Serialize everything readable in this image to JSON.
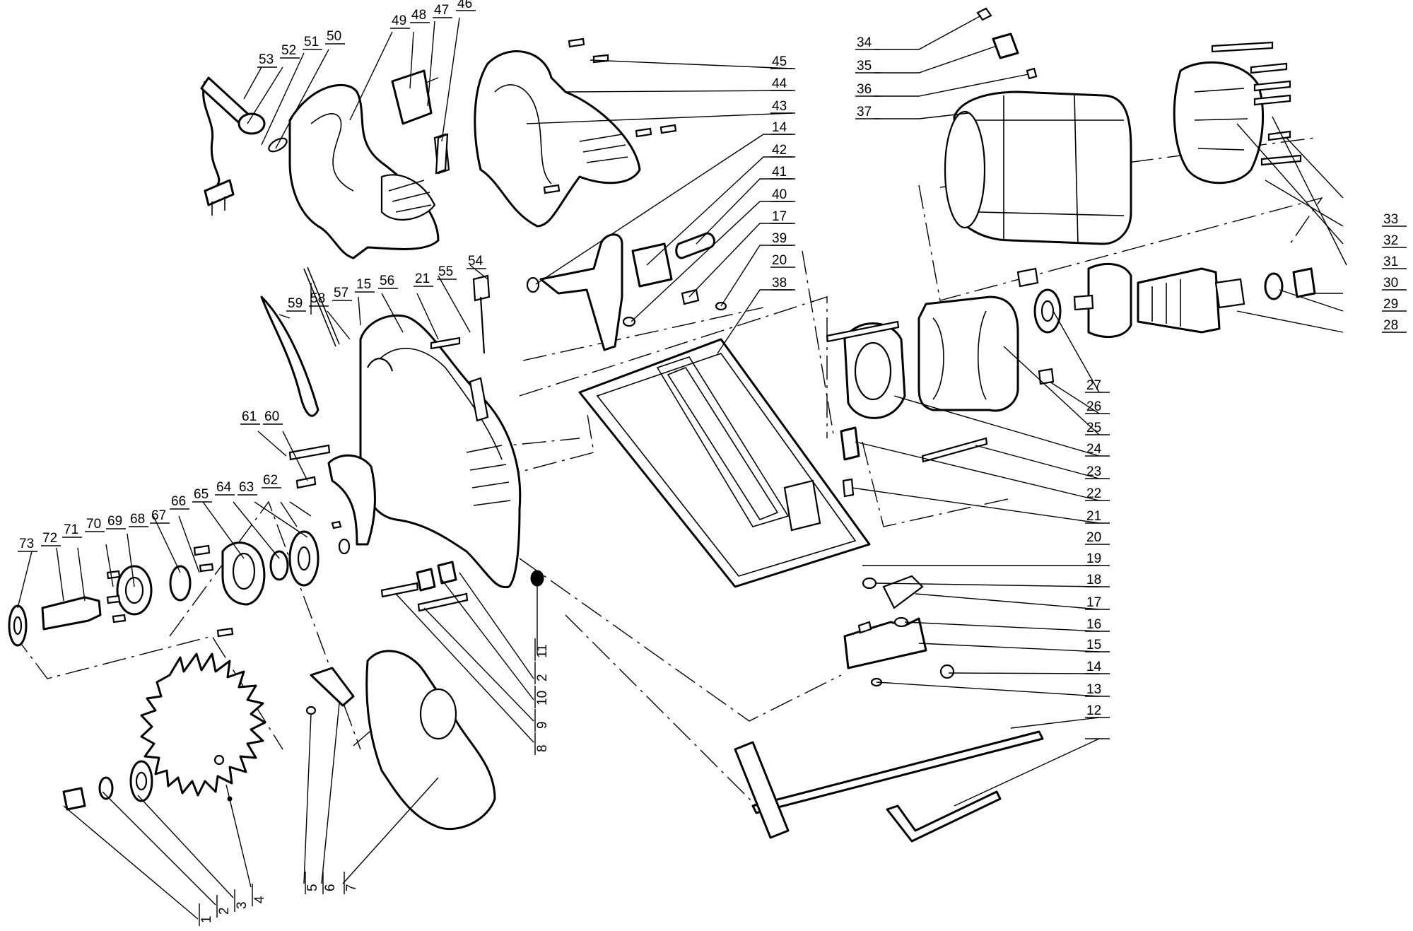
{
  "callouts": {
    "right_column": [
      "45",
      "44",
      "43",
      "14",
      "42",
      "41",
      "40",
      "17",
      "39",
      "20",
      "38",
      "33",
      "32",
      "31",
      "30",
      "29",
      "28",
      "27",
      "26",
      "25",
      "24",
      "23",
      "22",
      "21",
      "20",
      "19",
      "18",
      "17",
      "16",
      "15",
      "14",
      "13",
      "12"
    ],
    "bottom_row": [
      "1",
      "2",
      "3",
      "4",
      "5",
      "6",
      "7",
      "8",
      "9",
      "10",
      "2",
      "11"
    ],
    "top_left": [
      "53",
      "52",
      "51",
      "50",
      "49",
      "48",
      "47",
      "46"
    ],
    "middle_left": [
      "59",
      "58",
      "57",
      "15",
      "56",
      "21",
      "55",
      "54",
      "61",
      "60",
      "62",
      "63",
      "64",
      "65",
      "66",
      "67",
      "68",
      "69",
      "70",
      "71",
      "72",
      "73"
    ],
    "top_right": [
      "34",
      "35",
      "36",
      "37"
    ]
  }
}
